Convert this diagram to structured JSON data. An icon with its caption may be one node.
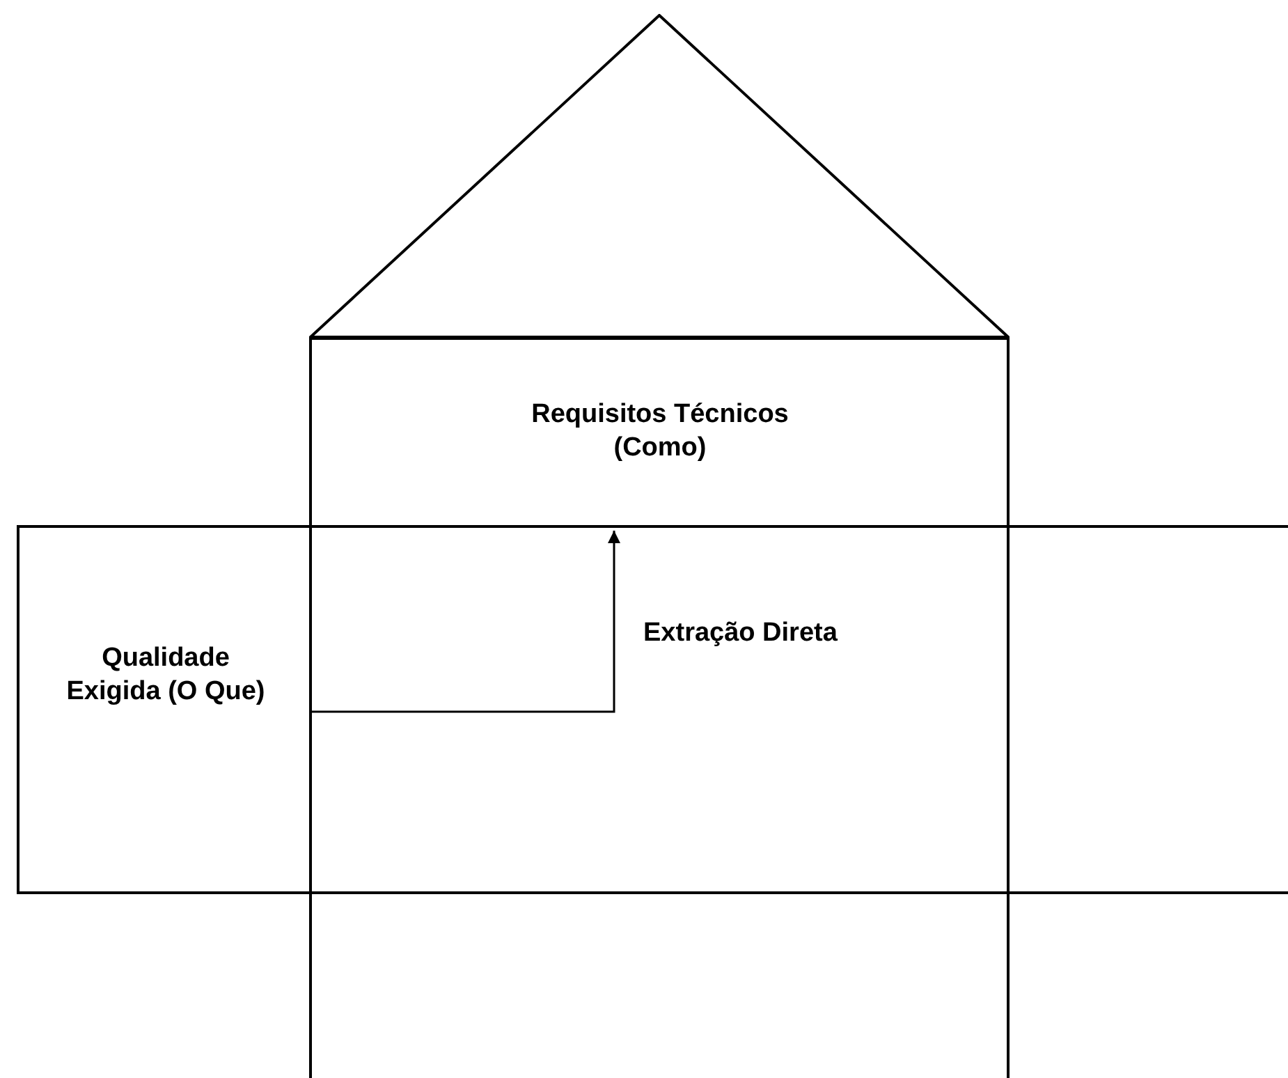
{
  "diagram": {
    "nodes": [
      {
        "text": [],
        "shape": "triangle"
      },
      {
        "text": [
          "Requisitos Técnicos (Como)"
        ]
      },
      {
        "text": [
          "Qualidade Exigida (O Que)"
        ]
      },
      {
        "text": [],
        "shape": "box"
      },
      {
        "text": [],
        "shape": "box"
      }
    ],
    "edges": [
      {
        "from": 2,
        "to": 1,
        "arrow": "to",
        "label": "Extração Direta"
      }
    ]
  }
}
